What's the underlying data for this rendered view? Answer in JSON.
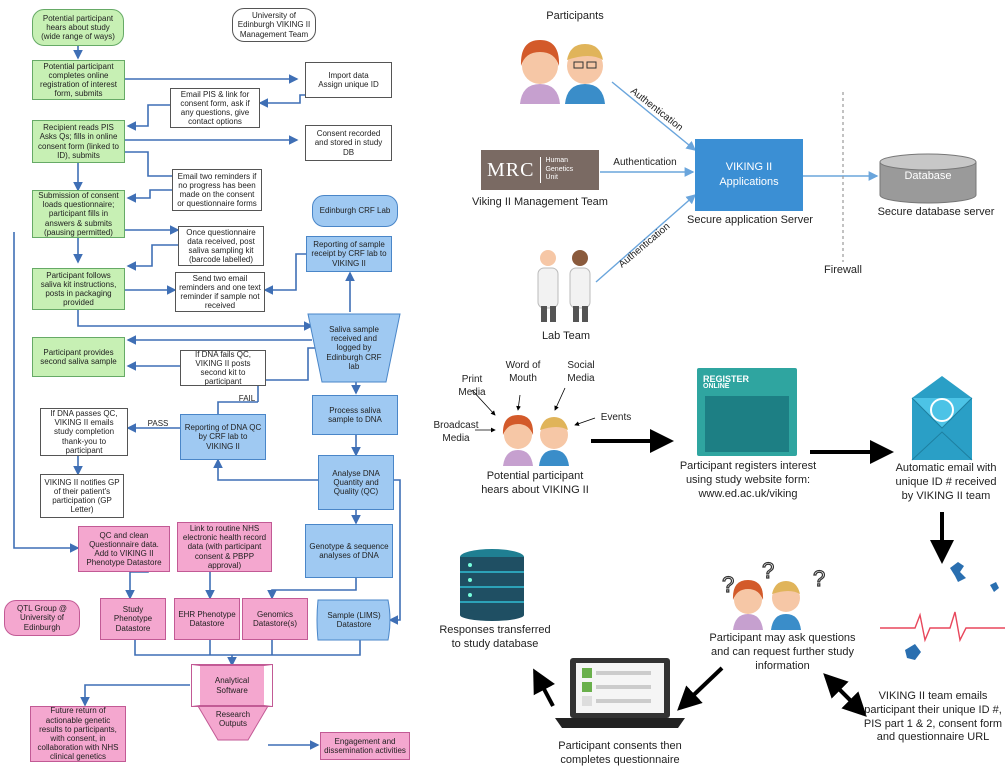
{
  "flowchart": {
    "nodes": {
      "hears": "Potential participant hears about study (wide range of ways)",
      "team": "University of Edinburgh VIKING II Management Team",
      "completes_reg": "Potential participant completes online registration of interest form, submits",
      "import": "Import data\nAssign unique ID",
      "email_pis": "Email PIS & link for consent form, ask if any questions, give contact options",
      "recipient": "Recipient reads PIS Asks Qs; fills in online consent form (linked to ID), submits",
      "consent_rec": "Consent recorded and stored in study DB",
      "email_rem": "Email two reminders if no progress has been made on the consent or questionnaire forms",
      "submission": "Submission of consent loads questionnaire; participant fills in answers & submits (pausing permitted)",
      "crf": "Edinburgh CRF Lab",
      "once_q": "Once questionnaire data received, post saliva sampling kit (barcode labelled)",
      "reporting_receipt": "Reporting of sample receipt by CRF lab to VIKING II",
      "follows": "Participant follows saliva kit instructions, posts in packaging provided",
      "send_rem": "Send two email reminders and one text reminder if sample not received",
      "saliva_rec": "Saliva sample received and logged by Edinburgh CRF lab",
      "second": "Participant provides second saliva sample",
      "dna_fail": "If DNA fails QC, VIKING II posts second kit to participant",
      "fail": "FAIL",
      "process": "Process saliva sample to DNA",
      "dna_pass": "If DNA passes QC, VIKING II emails study completion thank-you to participant",
      "pass": "PASS",
      "reporting_dna": "Reporting of DNA QC by CRF lab to VIKING II",
      "analyse": "Analyse DNA Quantity and Quality (QC)",
      "notifies": "VIKING II notifies GP of their patient's participation (GP Letter)",
      "qc_clean": "QC and clean Questionnaire data. Add to VIKING II Phenotype Datastore",
      "link_nhs": "Link to routine NHS electronic health record data (with participant consent & PBPP approval)",
      "genotype": "Genotype & sequence analyses of DNA",
      "qtl": "QTL Group @ University of Edinburgh",
      "study_pheno": "Study Phenotype Datastore",
      "ehr": "EHR Phenotype Datastore",
      "genomics": "Genomics Datastore(s)",
      "sample": "Sample (LIMS) Datastore",
      "analytical": "Analytical Software",
      "future": "Future return of actionable genetic results to participants, with consent, in collaboration with NHS clinical genetics",
      "research": "Research Outputs",
      "engagement": "Engagement and dissemination activities"
    }
  },
  "architecture": {
    "participants": "Participants",
    "authentication": "Authentication",
    "mrc_logo": "MRC",
    "mrc_unit": "Human\nGenetics\nUnit",
    "management": "Viking II Management Team",
    "lab_team": "Lab Team",
    "app": "VIKING II\nApplications",
    "server": "Secure application Server",
    "firewall": "Firewall",
    "database": "Database",
    "db_server": "Secure database server"
  },
  "journey": {
    "print": "Print\nMedia",
    "word": "Word of\nMouth",
    "social": "Social\nMedia",
    "broadcast": "Broadcast\nMedia",
    "events": "Events",
    "hears": "Potential participant\nhears about VIKING II",
    "registers": "Participant registers interest\nusing study website form:\nwww.ed.ac.uk/viking",
    "register_title": "REGISTER",
    "register_sub": "ONLINE",
    "auto_email": "Automatic email with\nunique ID # received\nby VIKING II team",
    "responses": "Responses transferred\nto study database",
    "questions": "Participant may ask questions\nand can request further study\ninformation",
    "consents": "Participant consents then\ncompletes questionnaire",
    "team_emails": "VIKING II team emails\nparticipant their unique ID #,\nPIS part 1 & 2, consent form\nand questionnaire URL"
  }
}
